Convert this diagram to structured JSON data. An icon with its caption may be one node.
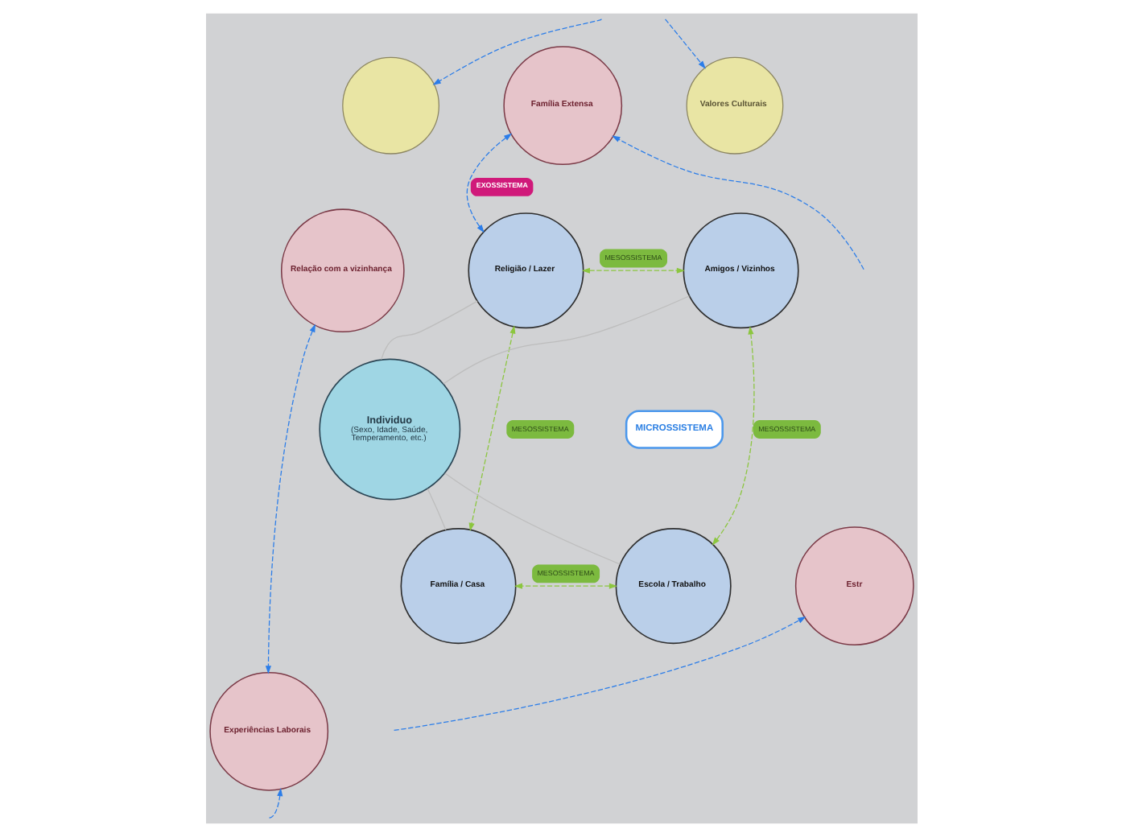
{
  "diagram": {
    "nodes": [
      {
        "text": [
          "Valores Culturais"
        ]
      },
      {
        "text": [
          "Família Extensa"
        ]
      },
      {
        "text": [],
        "shape": "circle"
      },
      {
        "text": [
          "Relação com a vizinhança"
        ]
      },
      {
        "text": [
          "Religião / Lazer"
        ]
      },
      {
        "text": [
          "Amigos / Vizinhos"
        ]
      },
      {
        "text": [
          "MICROSSISTEMA"
        ]
      },
      {
        "text": [
          "Individuo",
          "(Sexo, Idade, Saúde, Temperamento, etc.)"
        ]
      },
      {
        "text": [
          "Escola / Trabalho"
        ]
      },
      {
        "text": [
          "Família / Casa"
        ]
      },
      {
        "text": [
          "Estr"
        ]
      },
      {
        "text": [
          "Experiências Laborais"
        ]
      }
    ],
    "edges": [
      {
        "from": 7,
        "to": 4,
        "arrow": "none",
        "color": "#bdbdbd"
      },
      {
        "from": 7,
        "to": 5,
        "arrow": "none",
        "color": "#bdbdbd"
      },
      {
        "from": 7,
        "to": 8,
        "arrow": "none",
        "color": "#bdbdbd"
      },
      {
        "from": 7,
        "to": 9,
        "arrow": "none",
        "color": "#bdbdbd"
      },
      {
        "from": 4,
        "to": 5,
        "arrow": "both",
        "style": "dashed",
        "color": "#8cc63f",
        "label": "MESOSSISTEMA"
      },
      {
        "from": 4,
        "to": 1,
        "arrow": "both",
        "style": "dashed",
        "label": "EXOSSISTEMA"
      },
      {
        "from": 5,
        "to": 8,
        "arrow": "both",
        "style": "dashed",
        "color": "#8cc63f",
        "label": "MESOSSISTEMA"
      },
      {
        "from": 8,
        "to": 9,
        "arrow": "both",
        "style": "dashed",
        "color": "#8cc63f",
        "label": "MESOSSISTEMA"
      },
      {
        "from": 4,
        "to": 9,
        "arrow": "both",
        "style": "dashed",
        "color": "#8cc63f",
        "label": "MESOSSISTEMA"
      },
      {
        "from": 3,
        "to": 11,
        "arrow": "both",
        "style": "dashed"
      },
      {
        "from": null,
        "to": 2,
        "arrow": "to",
        "style": "dashed"
      },
      {
        "from": null,
        "to": 0,
        "arrow": "to",
        "style": "dashed"
      },
      {
        "from": null,
        "to": 1,
        "arrow": "to",
        "style": "dashed"
      },
      {
        "from": null,
        "to": 11,
        "arrow": "to",
        "style": "dashed"
      },
      {
        "from": null,
        "to": 10,
        "arrow": "to",
        "style": "dashed"
      }
    ]
  }
}
